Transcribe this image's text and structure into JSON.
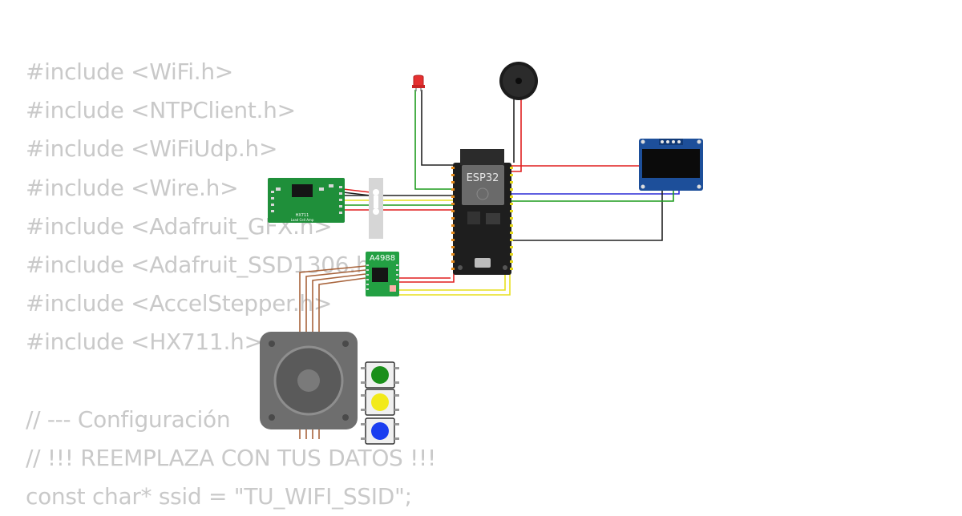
{
  "code_lines": [
    "#include <WiFi.h>",
    "#include <NTPClient.h>",
    "#include <WiFiUdp.h>",
    "#include <Wire.h>",
    "#include <Adafruit_GFX.h>",
    "#include <Adafruit_SSD1306.h>",
    "#include <AccelStepper.h>",
    "#include <HX711.h>",
    "",
    "// --- Configuración",
    "// !!! REEMPLAZA CON TUS DATOS !!!",
    "const char* ssid = \"TU_WIFI_SSID\";"
  ],
  "components": {
    "mcu_label": "ESP32",
    "hx711_label": "HX711",
    "hx711_sublabel": "Load Cell Amp",
    "driver_label": "A4988"
  },
  "colors": {
    "code_text": "#c9c9c9",
    "wire_red": "#e01f1f",
    "wire_black": "#222222",
    "wire_green": "#1d9b1d",
    "wire_yellow": "#e7df1f",
    "wire_blue": "#2b2bd6",
    "wire_brown": "#a8643c",
    "button_green": "#1a8f1a",
    "button_yellow": "#f2ea1a",
    "button_blue": "#1a3df0"
  }
}
